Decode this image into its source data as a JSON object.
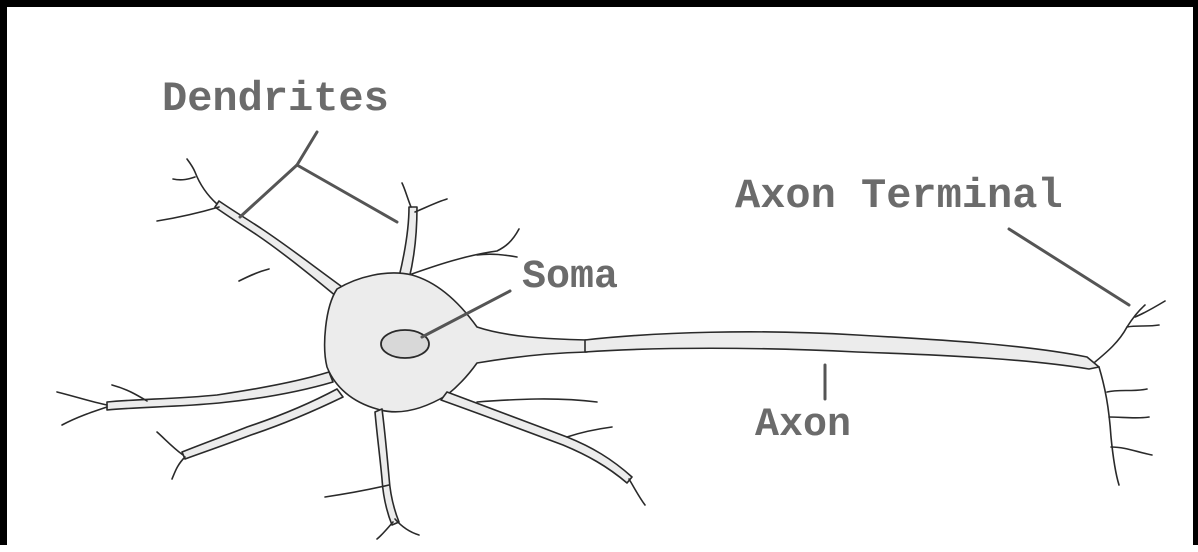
{
  "labels": {
    "dendrites": "Dendrites",
    "soma": "Soma",
    "axon": "Axon",
    "axon_terminal": "Axon Terminal"
  },
  "colors": {
    "frame": "#000000",
    "label_text": "#6b6b6b",
    "leader_lines": "#555555",
    "cell_outline": "#2a2a2a",
    "cell_fill": "#ececec"
  }
}
